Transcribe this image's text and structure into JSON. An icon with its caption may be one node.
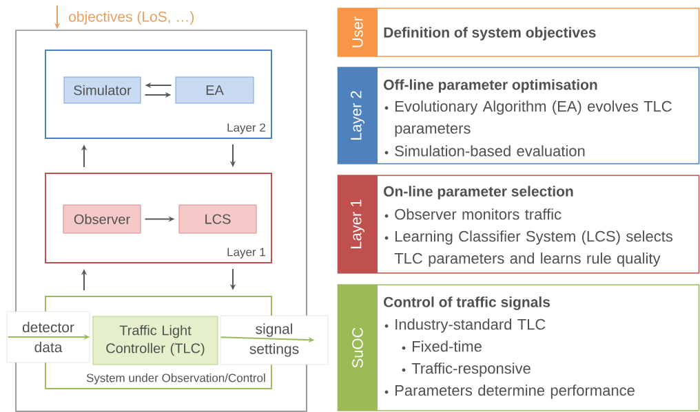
{
  "diagram": {
    "nodes": [
      {
        "text": [],
        "shape": "box"
      },
      {
        "text": [
          "Layer 2"
        ],
        "in": 0
      },
      {
        "text": [
          "Simulator"
        ],
        "in": 1
      },
      {
        "text": [
          "EA"
        ],
        "in": 1
      },
      {
        "text": [
          "Layer 1"
        ],
        "in": 0
      },
      {
        "text": [
          "Observer"
        ],
        "in": 4
      },
      {
        "text": [
          "LCS"
        ],
        "in": 4
      },
      {
        "text": [
          "System under Observation/Control"
        ],
        "in": 0
      },
      {
        "text": [
          "Traffic Light Controller (TLC)"
        ],
        "in": 7
      },
      {
        "text": [
          "User",
          "Definition of system objectives"
        ]
      },
      {
        "text": [
          "Layer 2",
          "Off-line parameter optimisation",
          "Evolutionary Algorithm (EA) evolves TLC parameters",
          "Simulation-based evaluation"
        ]
      },
      {
        "text": [
          "Layer 1",
          "On-line parameter selection",
          "Observer monitors traffic",
          "Learning Classifier System (LCS) selects TLC parameters and learns rule quality"
        ]
      },
      {
        "text": [
          "SuOC",
          "Control of traffic signals",
          "Industry-standard TLC",
          "Fixed-time",
          "Traffic-responsive",
          "Parameters determine performance"
        ]
      },
      {
        "text": [
          "detector data"
        ]
      },
      {
        "text": [
          "signal settings"
        ]
      }
    ],
    "edges": [
      {
        "from": null,
        "to": 0,
        "arrow": "to",
        "label": "objectives (LoS, …)",
        "color": "#e8a060"
      },
      {
        "from": 3,
        "to": 2,
        "arrow": "to"
      },
      {
        "from": 2,
        "to": 3,
        "arrow": "to"
      },
      {
        "from": 5,
        "to": 6,
        "arrow": "to"
      },
      {
        "from": 4,
        "to": 1,
        "arrow": "to"
      },
      {
        "from": 1,
        "to": 4,
        "arrow": "to"
      },
      {
        "from": 7,
        "to": 4,
        "arrow": "to"
      },
      {
        "from": 4,
        "to": 7,
        "arrow": "to"
      },
      {
        "from": 13,
        "to": 8,
        "arrow": "to",
        "color": "#9bbb59"
      },
      {
        "from": 8,
        "to": 14,
        "arrow": "to",
        "color": "#9bbb59"
      }
    ]
  }
}
